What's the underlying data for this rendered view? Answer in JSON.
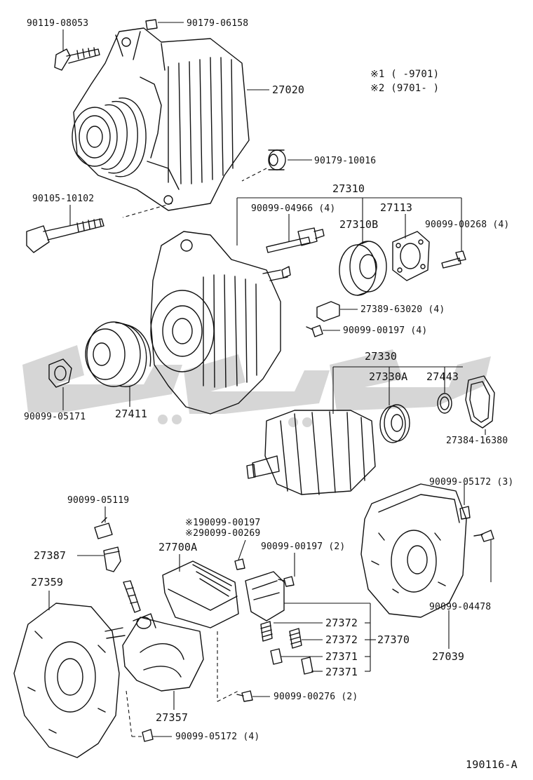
{
  "diagram_id": "190116-A",
  "notes": {
    "n1": "※1 (     -9701)",
    "n2": "※2 (9701-     )"
  },
  "labels": {
    "p90119_08053": "90119-08053",
    "p90179_06158": "90179-06158",
    "p27020": "27020",
    "p90179_10016": "90179-10016",
    "p90105_10102": "90105-10102",
    "p27310": "27310",
    "p90099_04966": "90099-04966 (4)",
    "p27113": "27113",
    "p27310B": "27310B",
    "p90099_00268": "90099-00268 (4)",
    "p27389_63020": "27389-63020 (4)",
    "p90099_00197_4": "90099-00197 (4)",
    "p27330": "27330",
    "p27330A": "27330A",
    "p27443": "27443",
    "p90099_05171": "90099-05171",
    "p27411": "27411",
    "p27384_16380": "27384-16380",
    "p90099_05172_3": "90099-05172 (3)",
    "p90099_05119": "90099-05119",
    "p_note1_00197": "※190099-00197",
    "p_note2_00269": "※290099-00269",
    "p27700A": "27700A",
    "p90099_00197_2": "90099-00197 (2)",
    "p27387": "27387",
    "p27359": "27359",
    "p27372a": "27372",
    "p27372b": "27372",
    "p27370": "27370",
    "p27371a": "27371",
    "p27371b": "27371",
    "p27039": "27039",
    "p90099_04478": "90099-04478",
    "p90099_00276": "90099-00276 (2)",
    "p27357": "27357",
    "p90099_05172_4": "90099-05172 (4)"
  },
  "colors": {
    "ink": "#111111",
    "watermark": "#c9c9c9"
  }
}
